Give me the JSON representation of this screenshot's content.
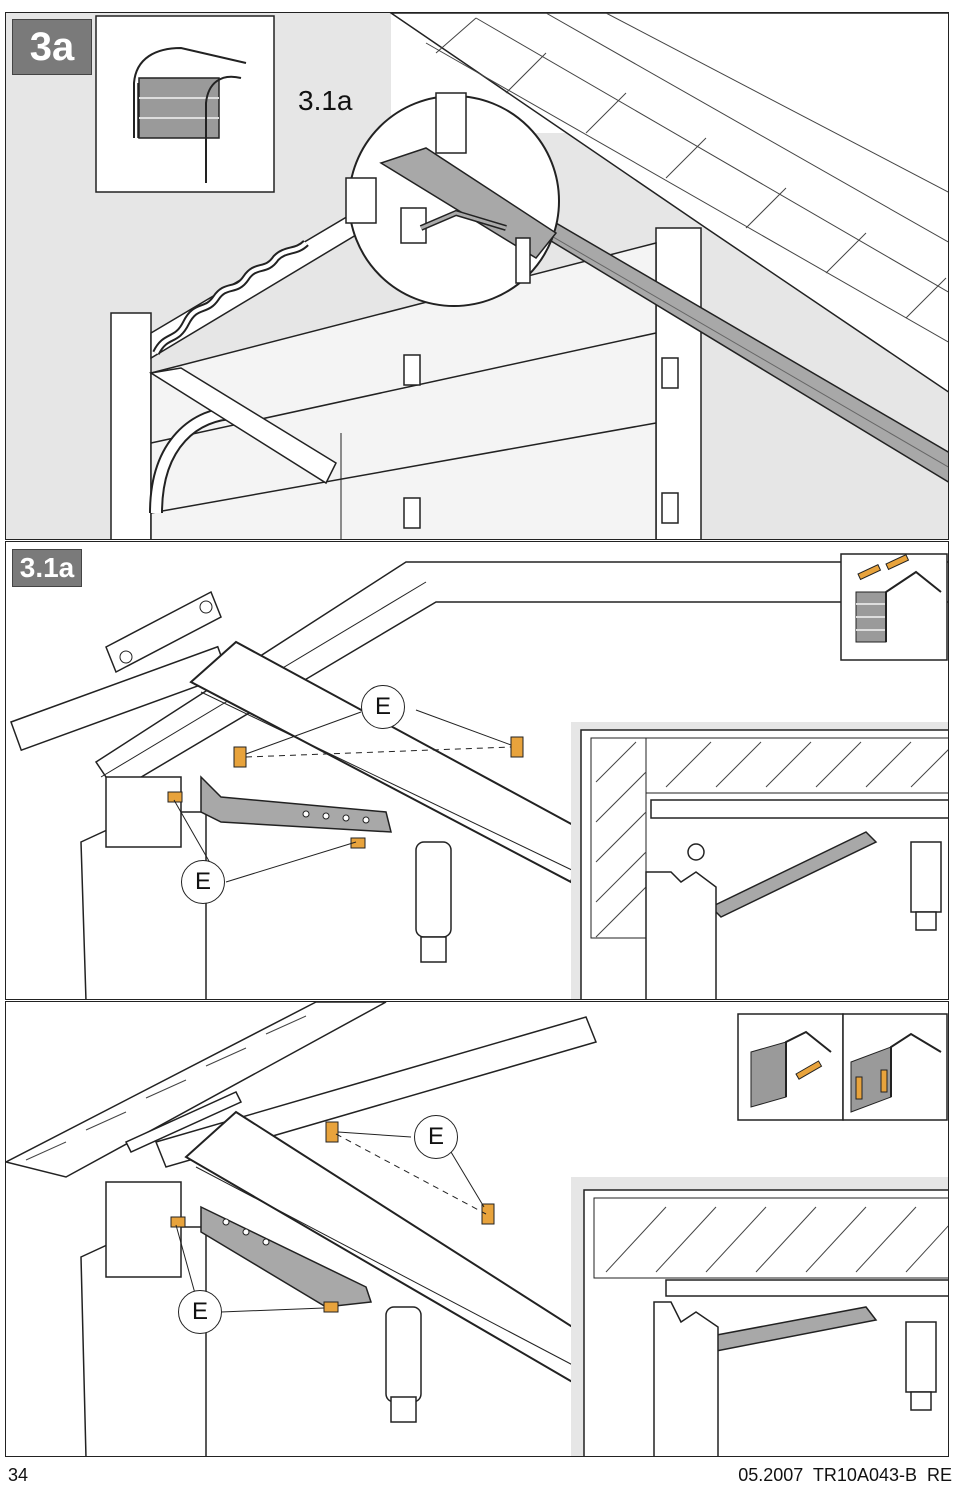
{
  "panels": {
    "top": {
      "step_label": "3a",
      "detail_label": "3.1a"
    },
    "middle": {
      "step_label": "3.1a",
      "callout_top": "E",
      "callout_bottom": "E"
    },
    "bottom": {
      "callout_top": "E",
      "callout_bottom": "E"
    }
  },
  "footer": {
    "page_number": "34",
    "doc_ref": "05.2007  TR10A043-B  RE"
  },
  "colors": {
    "panel_bg": "#e6e6e6",
    "badge": "#7a7a7a",
    "screw": "#e8a33c",
    "rail": "#a8a8a8"
  }
}
